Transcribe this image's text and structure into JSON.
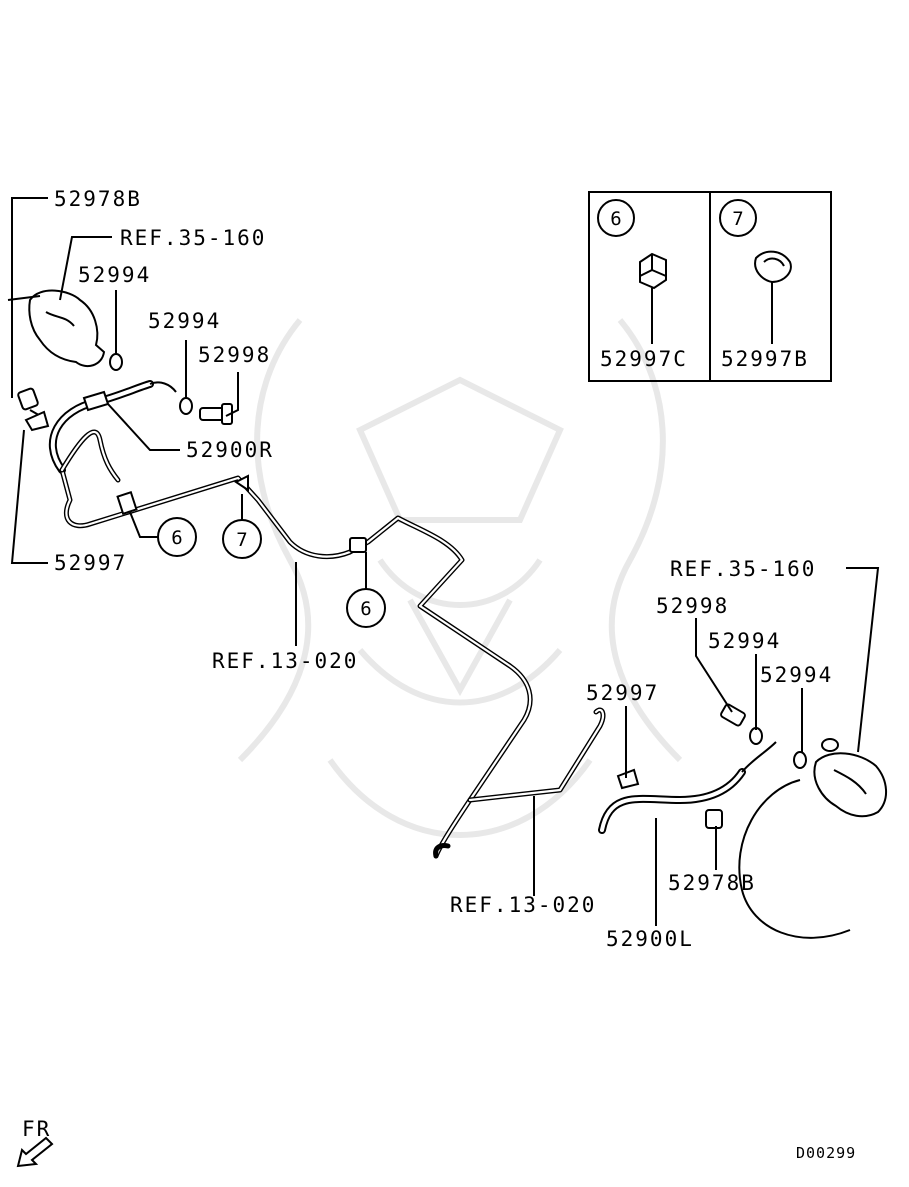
{
  "labels": {
    "p52978b_top": "52978B",
    "ref35_top": "REF.35-160",
    "p52994_a": "52994",
    "p52994_b": "52994",
    "p52998_top": "52998",
    "p52900r": "52900R",
    "p52997_left": "52997",
    "ref13_a": "REF.13-020",
    "ref35_right": "REF.35-160",
    "p52998_right": "52998",
    "p52994_c": "52994",
    "p52994_d": "52994",
    "p52997_right": "52997",
    "p52978b_right": "52978B",
    "ref13_b": "REF.13-020",
    "p52900l": "52900L"
  },
  "callouts": {
    "c6_left": "6",
    "c7_mid": "7",
    "c6_mid": "6"
  },
  "inset": {
    "box6": {
      "num": "6",
      "part": "52997C"
    },
    "box7": {
      "num": "7",
      "part": "52997B"
    }
  },
  "direction": "FR",
  "diagram_code": "D00299",
  "icons": [
    "front-direction-arrow-icon"
  ]
}
